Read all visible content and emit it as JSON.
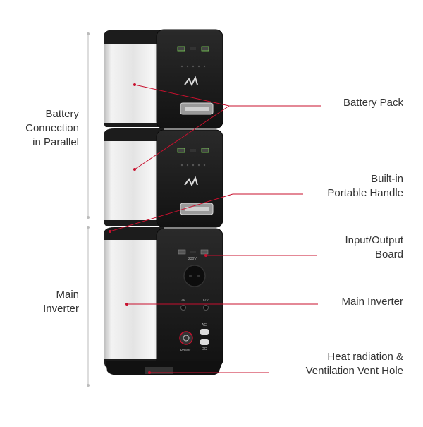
{
  "left_labels": {
    "parallel": [
      "Battery",
      "Connection",
      "in Parallel"
    ],
    "inverter": [
      "Main",
      "Inverter"
    ]
  },
  "right_labels": {
    "battery_pack": "Battery Pack",
    "handle": [
      "Built-in",
      "Portable Handle"
    ],
    "io_board": [
      "Input/Output",
      "Board"
    ],
    "main_inverter": "Main Inverter",
    "vent": [
      "Heat radiation &",
      "Ventilation Vent Hole"
    ]
  },
  "device_text": {
    "ac_voltage": "230V",
    "dc_left": "12V",
    "dc_right": "12V",
    "power": "Power",
    "ac": "AC",
    "dc": "DC"
  },
  "colors": {
    "leader_line": "#c8102e",
    "label_text": "#333333",
    "device_body": "#1a1a1a",
    "cylinder_silver": "#e6e6e6"
  }
}
